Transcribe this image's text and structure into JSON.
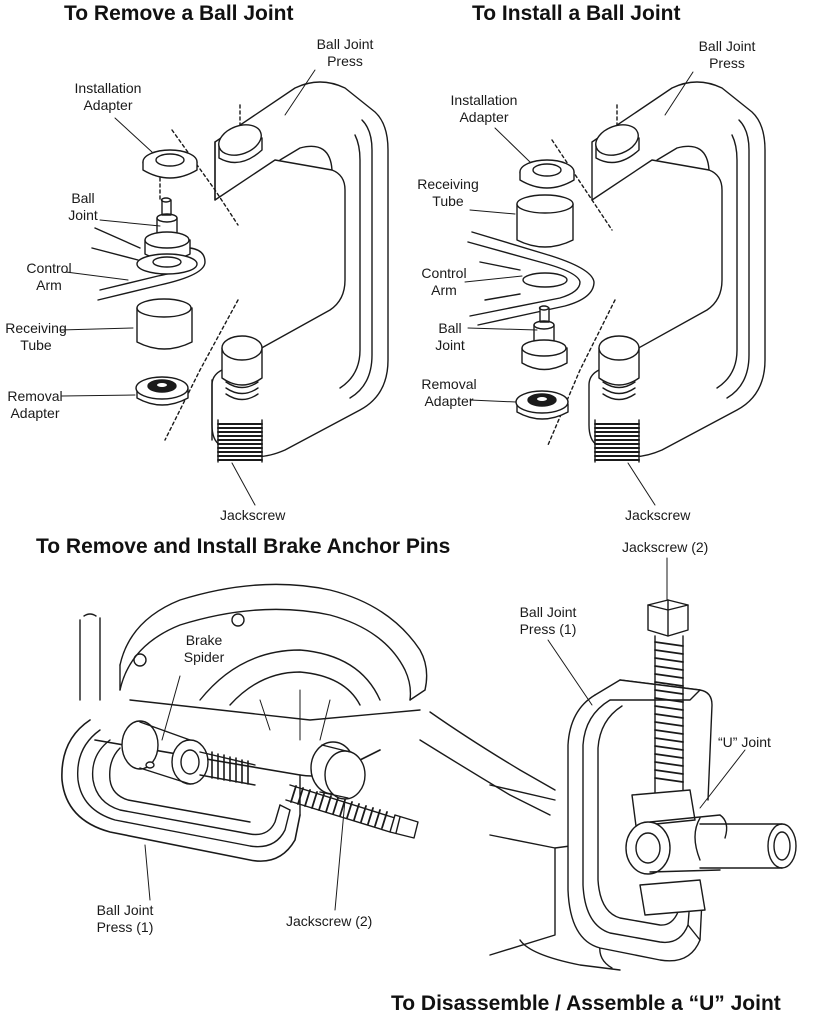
{
  "titles": {
    "remove_ball_joint": "To Remove a Ball Joint",
    "install_ball_joint": "To Install a Ball Joint",
    "anchor_pins": "To Remove and Install Brake Anchor Pins",
    "u_joint": "To Disassemble / Assemble a “U” Joint"
  },
  "remove_panel": {
    "ball_joint_press": [
      "Ball Joint",
      "Press"
    ],
    "installation_adapter": [
      "Installation",
      "Adapter"
    ],
    "ball_joint": [
      "Ball",
      "Joint"
    ],
    "control_arm": [
      "Control",
      "Arm"
    ],
    "receiving_tube": [
      "Receiving",
      "Tube"
    ],
    "removal_adapter": [
      "Removal",
      "Adapter"
    ],
    "jackscrew": "Jackscrew"
  },
  "install_panel": {
    "ball_joint_press": [
      "Ball Joint",
      "Press"
    ],
    "installation_adapter": [
      "Installation",
      "Adapter"
    ],
    "receiving_tube": [
      "Receiving",
      "Tube"
    ],
    "control_arm": [
      "Control",
      "Arm"
    ],
    "ball_joint": [
      "Ball",
      "Joint"
    ],
    "removal_adapter": [
      "Removal",
      "Adapter"
    ],
    "jackscrew": "Jackscrew"
  },
  "anchor_panel": {
    "brake_spider": [
      "Brake",
      "Spider"
    ],
    "ball_joint_press": [
      "Ball Joint",
      "Press (1)"
    ],
    "jackscrew": "Jackscrew (2)"
  },
  "ujoint_panel": {
    "jackscrew": "Jackscrew (2)",
    "ball_joint_press": [
      "Ball Joint",
      "Press (1)"
    ],
    "u_joint": "“U” Joint"
  }
}
